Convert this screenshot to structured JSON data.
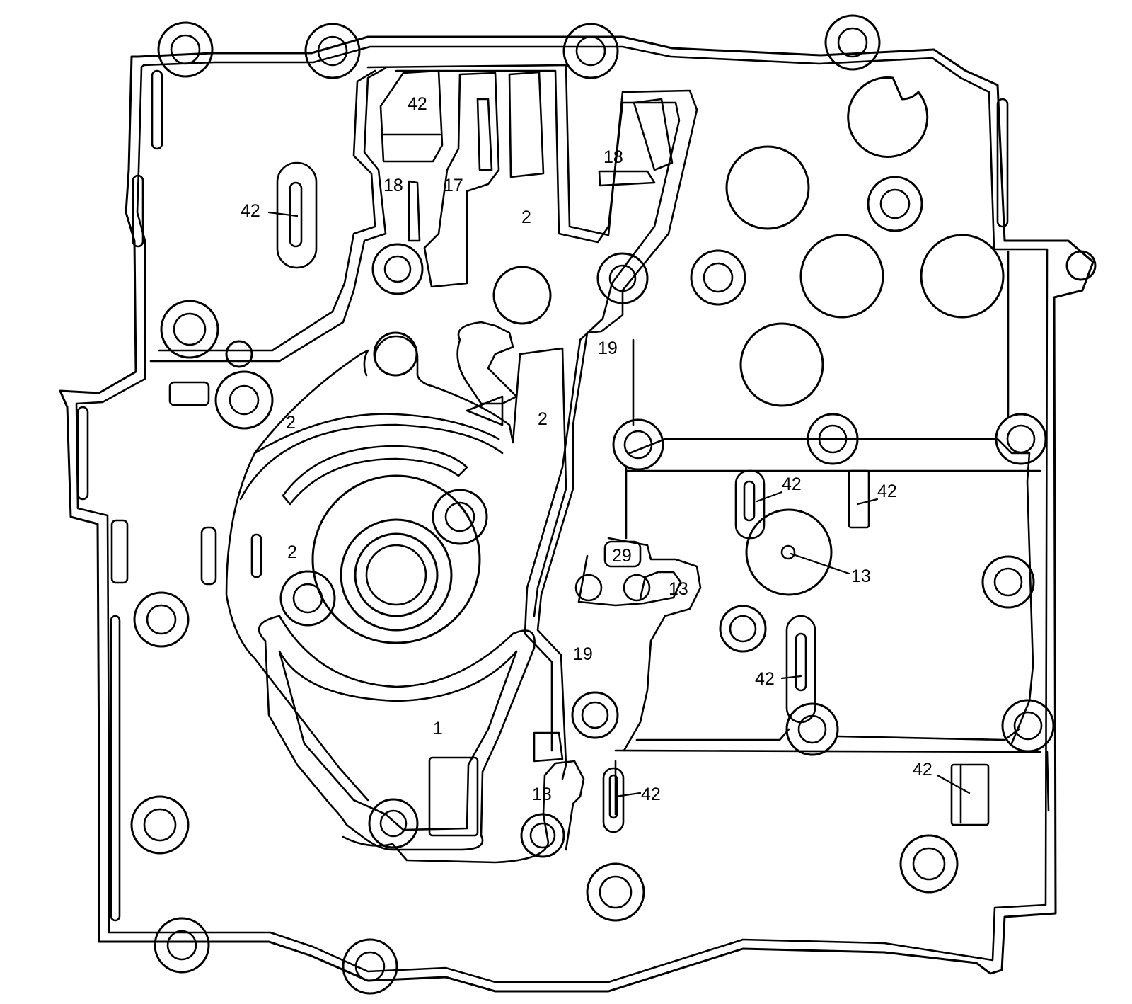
{
  "colors": {
    "line": "#000000",
    "background": "#ffffff"
  },
  "labels": {
    "l42_top_pocket": "42",
    "l42_left_slot": "42",
    "l18_a": "18",
    "l17": "17",
    "l18_b": "18",
    "l2_upper": "2",
    "l19_upper": "19",
    "l2_left": "2",
    "l2_right": "2",
    "l2_mid": "2",
    "l29": "29",
    "l13_right_small": "13",
    "l42_right_slot_a": "42",
    "l42_right_slot_b": "42",
    "l13_orifice": "13",
    "l42_lower_slot": "42",
    "l19_lower": "19",
    "l1": "1",
    "l13_lower": "13",
    "l42_bottom_slot": "42",
    "l42_bottom_right": "42"
  }
}
